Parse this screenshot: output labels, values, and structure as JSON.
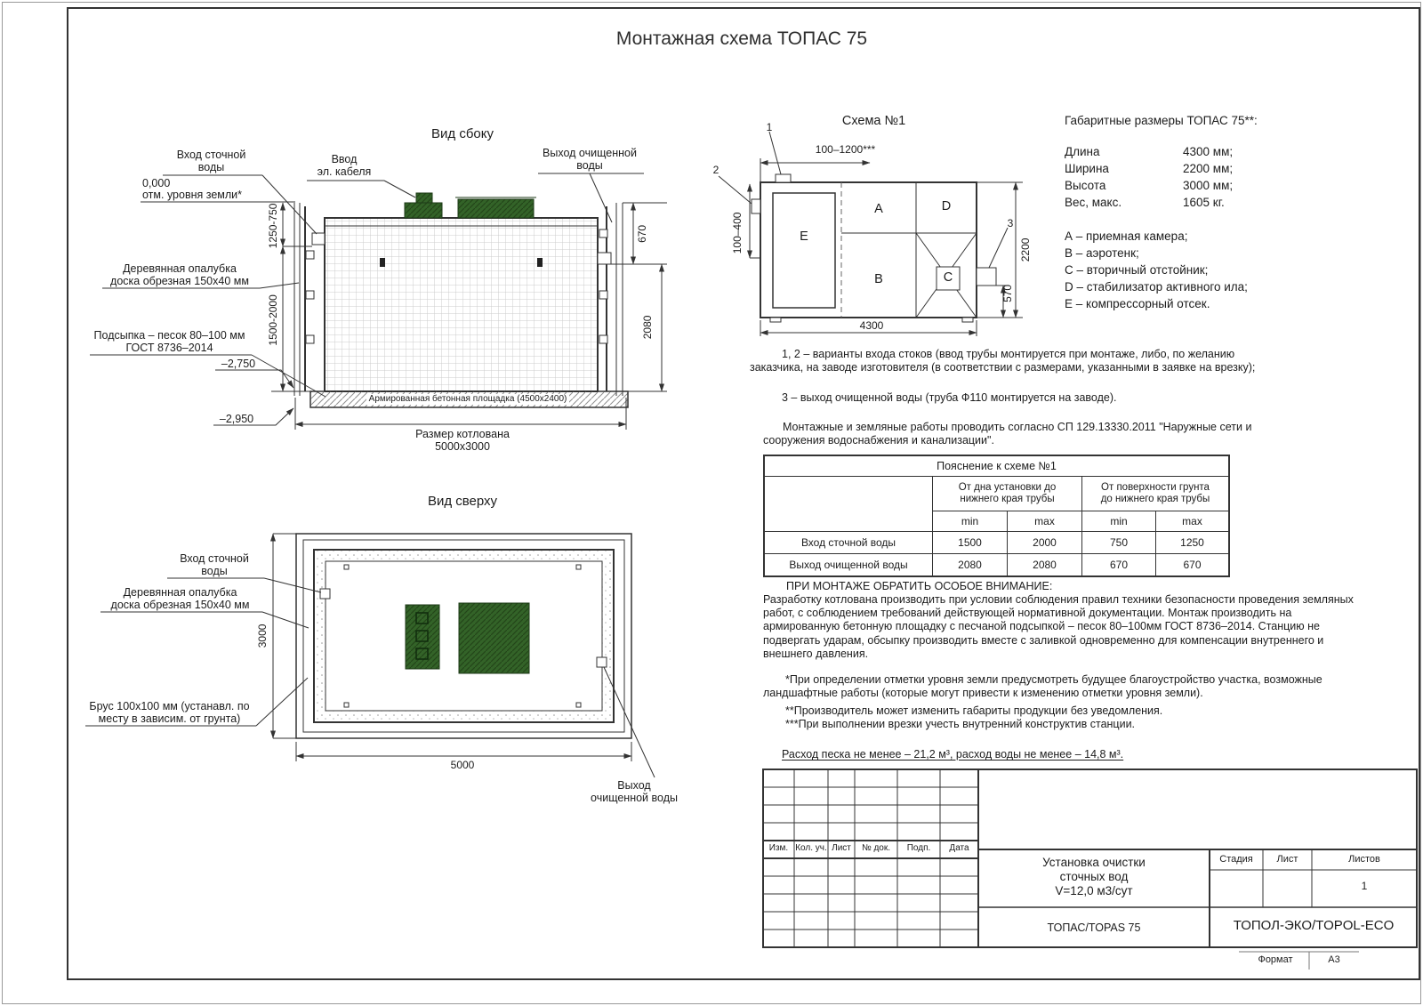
{
  "title": "Монтажная схема ТОПАС 75",
  "side_view": {
    "title": "Вид сбоку",
    "inlet": "Вход сточной\nводы",
    "cable": "Ввод\nэл. кабеля",
    "outlet": "Выход очищенной\nводы",
    "ground_mark": "0,000",
    "ground_label": "отм. уровня земли*",
    "formwork": "Деревянная опалубка\nдоска обрезная 150х40 мм",
    "sand": "Подсыпка – песок 80–100 мм\nГОСТ 8736–2014",
    "level_1": "–2,750",
    "level_2": "–2,950",
    "pad": "Армированная бетонная площадка (4500х2400)",
    "pit": "Размер котлована 5000х3000",
    "dim_left_top": "1250-750",
    "dim_left_mid": "1500-2000",
    "dim_right_top": "670",
    "dim_right_mid": "2080"
  },
  "top_view": {
    "title": "Вид сверху",
    "inlet": "Вход сточной\nводы",
    "formwork": "Деревянная опалубка\nдоска обрезная 150х40 мм",
    "beam": "Брус 100х100 мм (устанавл. по\nместу в зависим. от грунта)",
    "outlet": "Выход\nочищенной воды",
    "dim_left": "3000",
    "dim_bottom": "5000"
  },
  "schema": {
    "title": "Схема №1",
    "callout_1": "1",
    "callout_2": "2",
    "callout_3": "3",
    "chamber_a": "А",
    "chamber_b": "В",
    "chamber_c": "С",
    "chamber_d": "D",
    "chamber_e": "Е",
    "dim_top": "100–1200***",
    "dim_left": "100–400",
    "dim_right": "2200",
    "dim_outlet": "570",
    "dim_bottom": "4300"
  },
  "overall": {
    "title": "Габаритные размеры ТОПАС 75**:",
    "rows": [
      {
        "label": "Длина",
        "value": "4300 мм;"
      },
      {
        "label": "Ширина",
        "value": "2200 мм;"
      },
      {
        "label": "Высота",
        "value": "3000 мм;"
      },
      {
        "label": "Вес, макс.",
        "value": "1605 кг."
      }
    ],
    "legend": [
      "А – приемная камера;",
      "В – аэротенк;",
      "С – вторичный отстойник;",
      "D – стабилизатор активного ила;",
      "Е – компрессорный отсек."
    ]
  },
  "notes": {
    "n1": "1, 2 – варианты входа  стоков (ввод трубы монтируется при монтаже, либо, по желанию заказчика, на заводе изготовителя (в соответствии с размерами, указанными в заявке на врезку);",
    "n2": "3 – выход очищенной воды (труба Ф110 монтируется на заводе).",
    "n3": "Монтажные и земляные работы проводить согласно СП 129.13330.2011 \"Наружные сети и сооружения водоснабжения и канализации\"."
  },
  "table": {
    "title": "Пояснение к схеме №1",
    "group1": "От дна установки до\nнижнего края трубы",
    "group2": "От поверхности грунта\nдо нижнего края трубы",
    "min": "min",
    "max": "max",
    "rows": [
      {
        "label": "Вход сточной воды",
        "c1": "1500",
        "c2": "2000",
        "c3": "750",
        "c4": "1250"
      },
      {
        "label": "Выход очищенной воды",
        "c1": "2080",
        "c2": "2080",
        "c3": "670",
        "c4": "670"
      }
    ]
  },
  "attention": {
    "title": "ПРИ МОНТАЖЕ ОБРАТИТЬ ОСОБОЕ ВНИМАНИЕ:",
    "body": "Разработку котлована производить при условии соблюдения правил техники безопасности проведения земляных работ, с соблюдением требований действующей нормативной документации.  Монтаж производить на армированную бетонную площадку с песчаной подсыпкой – песок 80–100мм ГОСТ 8736–2014. Станцию не подвергать ударам, обсыпку производить вместе с заливкой одновременно для компенсации внутреннего и внешнего давления.",
    "f1": "*При определении отметки уровня земли предусмотреть будущее благоустройство участка, возможные ландшафтные работы (которые могут привести к изменению отметки уровня земли).",
    "f2": "**Производитель может изменить габариты продукции без уведомления.",
    "f3": "***При выполнении врезки учесть внутренний конструктив станции.",
    "consumption": "Расход песка не менее – 21,2 м³, расход воды не менее – 14,8 м³."
  },
  "title_block": {
    "cols": [
      "Изм.",
      "Кол. уч.",
      "Лист",
      "№ док.",
      "Подп.",
      "Дата"
    ],
    "product_1": "Установка очистки",
    "product_2": "сточных вод",
    "product_3": "V=12,0 м3/сут",
    "stage": "Стадия",
    "sheet": "Лист",
    "sheets": "Листов",
    "sheets_value": "1",
    "model": "ТОПАС/TOPAS 75",
    "company": "ТОПОЛ-ЭКО/TOPOL-ECO",
    "format_label": "Формат",
    "format_value": "А3"
  }
}
